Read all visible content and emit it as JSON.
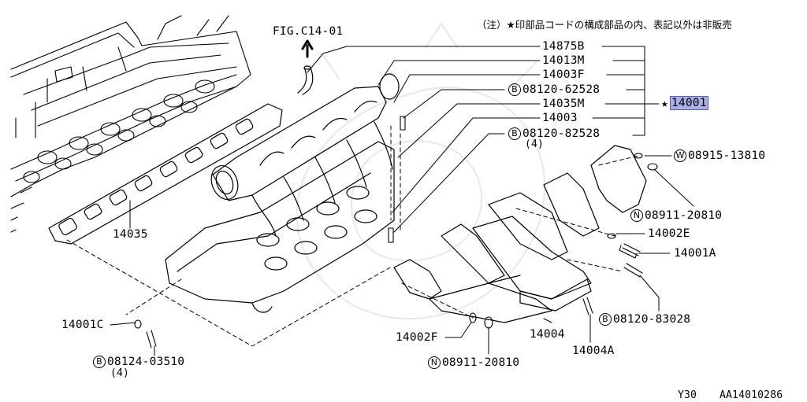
{
  "note": "（注）★印部品コードの構成部品の内、表記以外は非販売",
  "fig_ref": "FIG.C14-01",
  "parts": {
    "p14875B": "14875B",
    "p14013M": "14013M",
    "p14003F": "14003F",
    "p08120_62528": "08120-62528",
    "p14035M": "14035M",
    "p14003": "14003",
    "p08120_82528": "08120-82528",
    "p08120_82528_qty": "(4)",
    "star": "★",
    "p14001": "14001",
    "p08915_13810": "08915-13810",
    "p08911_20810_r": "08911-20810",
    "p14002E": "14002E",
    "p14001A": "14001A",
    "p08120_83028": "08120-83028",
    "p14035": "14035",
    "p14001C": "14001C",
    "p08124_03510": "08124-03510",
    "p08124_03510_qty": "(4)",
    "p14002F": "14002F",
    "p14004": "14004",
    "p14004A": "14004A",
    "p08911_20810_b": "08911-20810"
  },
  "prefix": {
    "B": "B",
    "W": "W",
    "N": "N"
  },
  "footer": {
    "model": "Y30",
    "code": "AA14010286"
  },
  "colors": {
    "highlight": "#a9b0e6",
    "line": "#000000"
  }
}
